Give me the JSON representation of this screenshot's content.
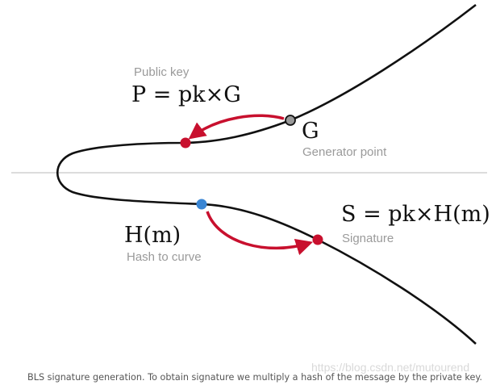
{
  "labels": {
    "public_key_title": "Public key",
    "public_key_formula": "P = pk×G",
    "generator_symbol": "G",
    "generator_caption": "Generator point",
    "hash_formula": "H(m)",
    "hash_caption": "Hash to curve",
    "signature_formula": "S = pk×H(m)",
    "signature_caption": "Signature"
  },
  "caption": "BLS signature generation. To obtain signature we multiply a hash of the message by the private key.",
  "watermark": "https://blog.csdn.net/mutourend",
  "colors": {
    "curve": "#111111",
    "axis": "#c8c8c8",
    "arrow": "#c8102e",
    "public_key_point": "#c8102e",
    "signature_point": "#c8102e",
    "generator_point": "#999999",
    "hash_point": "#3a86d4"
  }
}
